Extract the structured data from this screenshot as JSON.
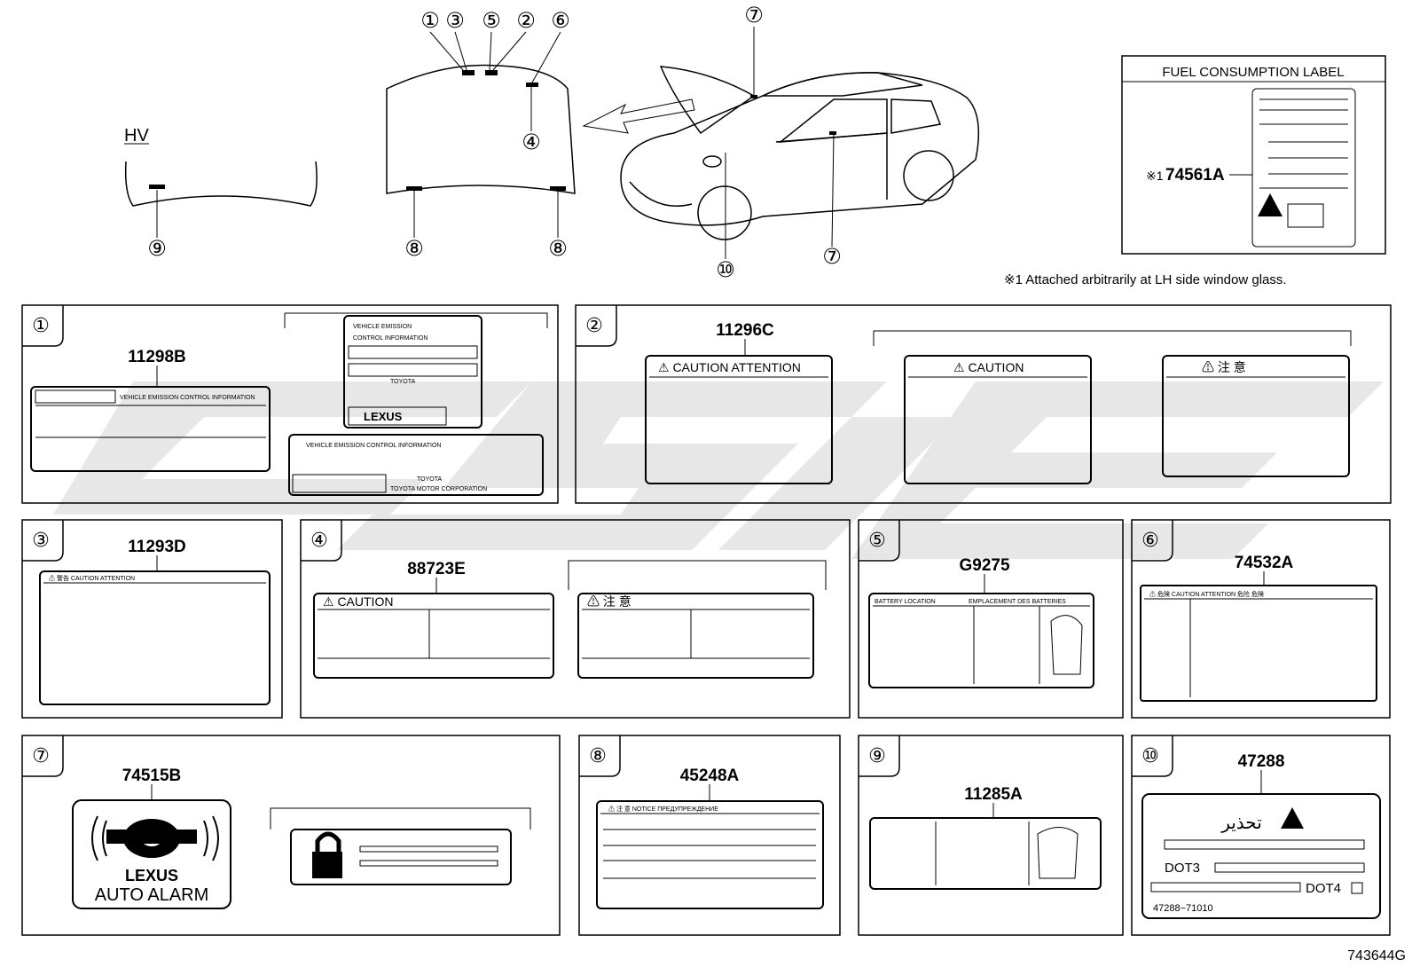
{
  "header": {
    "hv_label": "HV",
    "callouts": [
      "①",
      "③",
      "⑤",
      "②",
      "⑥",
      "④",
      "⑦",
      "⑧",
      "⑧",
      "⑨",
      "⑦",
      "⑩"
    ]
  },
  "fuel_label": {
    "title": "FUEL CONSUMPTION LABEL",
    "mark": "※1",
    "part": "74561A",
    "note": "※1  Attached arbitrarily at LH side window glass."
  },
  "panels": [
    {
      "num": "①",
      "part": "11298B",
      "text": [
        "VEHICLE EMISSION",
        "CONTROL INFORMATION",
        "TOYOTA",
        "LEXUS",
        "VEHICLE EMISSION CONTROL INFORMATION",
        "TOYOTA",
        "TOYOTA MOTOR CORPORATION"
      ]
    },
    {
      "num": "②",
      "part": "11296C",
      "text": [
        "⚠ CAUTION   ATTENTION",
        "⚠ CAUTION",
        "⚠ 注  意"
      ]
    },
    {
      "num": "③",
      "part": "11293D",
      "text": [
        "⚠ 警告 CAUTION ATTENTION"
      ]
    },
    {
      "num": "④",
      "part": "88723E",
      "text": [
        "⚠ CAUTION",
        "⚠ 注 意"
      ]
    },
    {
      "num": "⑤",
      "part": "G9275",
      "text": [
        "BATTERY LOCATION",
        "EMPLACEMENT DES BATTERIES"
      ]
    },
    {
      "num": "⑥",
      "part": "74532A",
      "text": [
        "⚠ 危険 CAUTION ATTENTION 危险 危険"
      ]
    },
    {
      "num": "⑦",
      "part": "74515B",
      "text": [
        "LEXUS",
        "AUTO ALARM"
      ]
    },
    {
      "num": "⑧",
      "part": "45248A",
      "text": [
        "⚠ 注 意  NOTICE   ПРЕДУПРЕЖДЕНИЕ"
      ]
    },
    {
      "num": "⑨",
      "part": "11285A",
      "text": []
    },
    {
      "num": "⑩",
      "part": "47288",
      "text": [
        "تحذير",
        "DOT3",
        "DOT4",
        "47288−71010"
      ]
    }
  ],
  "footer": {
    "code": "743644G"
  }
}
